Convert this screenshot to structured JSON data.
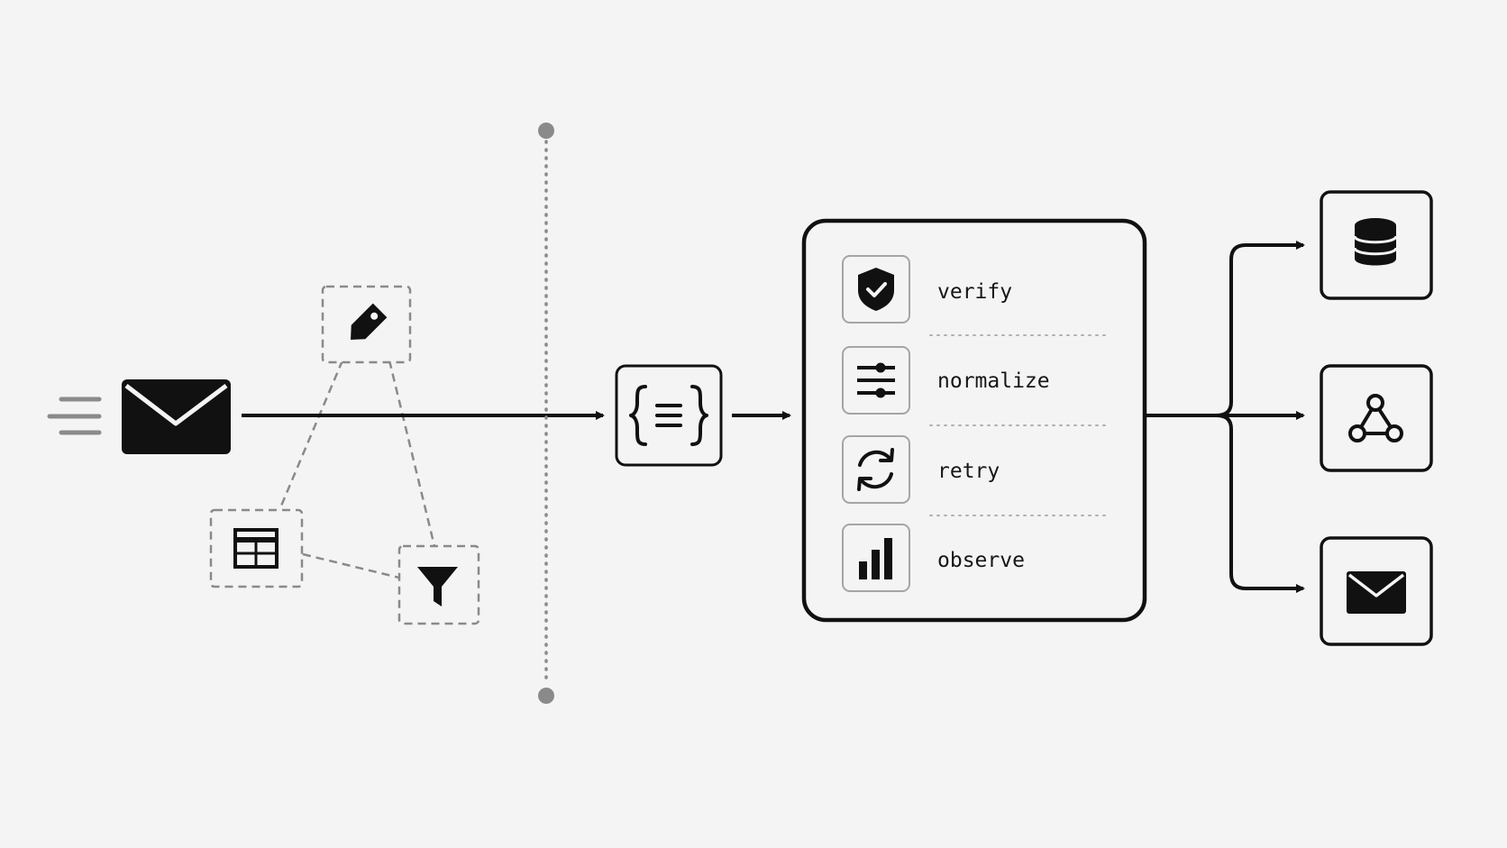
{
  "diagram": {
    "background_color": "#f4f4f4",
    "ink_color": "#111111",
    "muted_color": "#8a8a8a",
    "source": {
      "icon": "envelope-icon",
      "motion": "speed-lines"
    },
    "ingest_tools": [
      {
        "icon": "tag-icon"
      },
      {
        "icon": "table-icon"
      },
      {
        "icon": "filter-icon"
      }
    ],
    "boundary": {
      "style": "dotted-line"
    },
    "payload": {
      "icon": "json-braces-icon"
    },
    "pipeline": {
      "steps": [
        {
          "icon": "shield-check-icon",
          "label": "verify"
        },
        {
          "icon": "sliders-icon",
          "label": "normalize"
        },
        {
          "icon": "refresh-icon",
          "label": "retry"
        },
        {
          "icon": "bar-chart-icon",
          "label": "observe"
        }
      ]
    },
    "destinations": [
      {
        "icon": "database-icon"
      },
      {
        "icon": "webhook-icon"
      },
      {
        "icon": "envelope-icon"
      }
    ]
  }
}
